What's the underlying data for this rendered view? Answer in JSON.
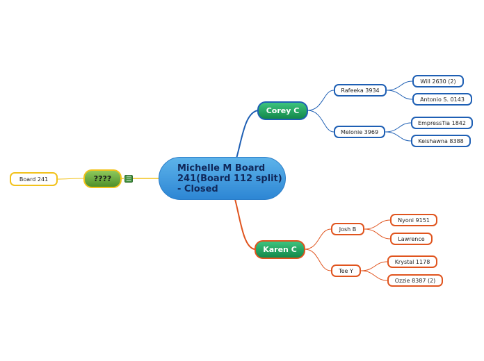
{
  "central": {
    "label": "Michelle M Board 241(Board 112 split) - Closed"
  },
  "branches": {
    "corey": {
      "label": "Corey C",
      "children": [
        {
          "label": "Rafeeka 3934",
          "children": [
            {
              "label": "Will 2630 (2)"
            },
            {
              "label": "Antonio S. 0143"
            }
          ]
        },
        {
          "label": "Melonie 3969",
          "children": [
            {
              "label": "EmpressTia 1842"
            },
            {
              "label": "Keishawna 8388"
            }
          ]
        }
      ]
    },
    "karen": {
      "label": "Karen C",
      "children": [
        {
          "label": "Josh B",
          "children": [
            {
              "label": "Nyoni 9151"
            },
            {
              "label": "Lawrence"
            }
          ]
        },
        {
          "label": "Tee Y",
          "children": [
            {
              "label": "Krystal 1178"
            },
            {
              "label": "Ozzie 8387 (2)"
            }
          ]
        }
      ]
    },
    "unknown": {
      "label": "????",
      "note_icon": "notes-icon",
      "children": [
        {
          "label": "Board 241"
        }
      ]
    }
  },
  "colors": {
    "blue_branch": "#1e5fb4",
    "orange_branch": "#e0541e",
    "yellow_branch": "#f2c21b",
    "central_fill": "#3b9ae1",
    "main_fill": "#22a45e"
  }
}
